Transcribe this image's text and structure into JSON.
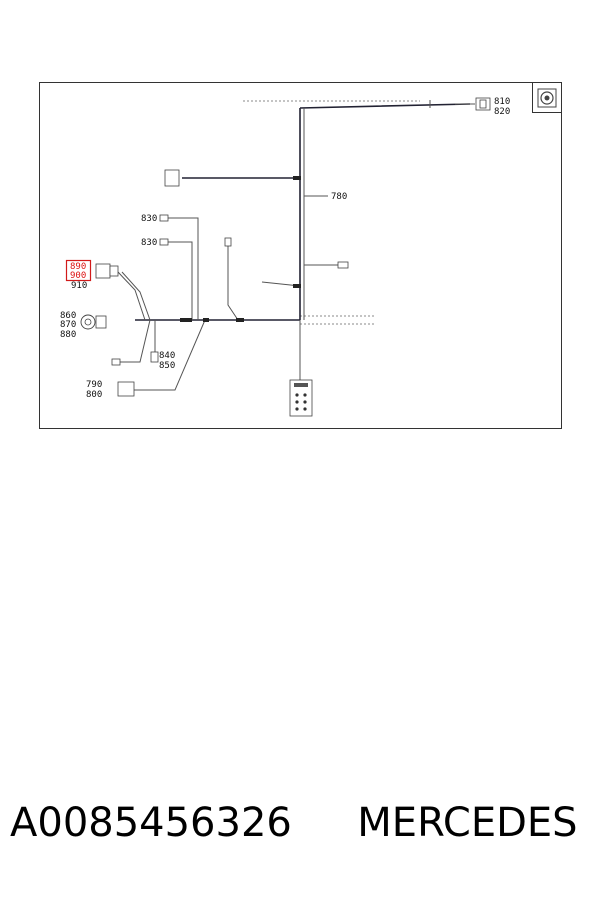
{
  "diagram": {
    "labels": {
      "l810": "810",
      "l820": "820",
      "l780": "780",
      "l830a": "830",
      "l830b": "830",
      "l890": "890",
      "l900": "900",
      "l910": "910",
      "l860": "860",
      "l870": "870",
      "l880": "880",
      "l840": "840",
      "l850": "850",
      "l790": "790",
      "l800": "800"
    },
    "highlight_color": "#d11a1a",
    "highlighted_labels": [
      "890",
      "900"
    ]
  },
  "caption": {
    "part_number": "A0085456326",
    "brand": "MERCEDES"
  }
}
